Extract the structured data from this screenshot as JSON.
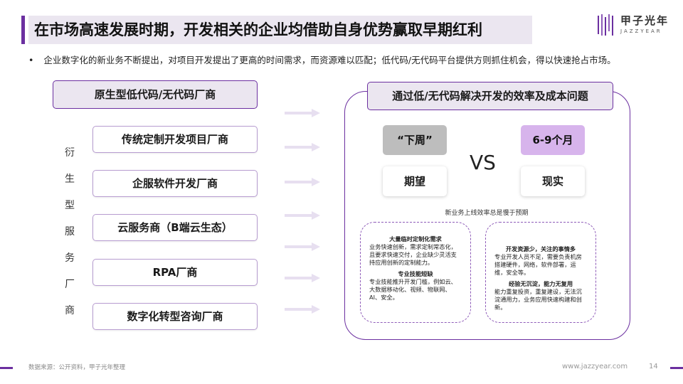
{
  "title": "在市场高速发展时期，开发相关的企业均借助自身优势赢取早期红利",
  "logo": {
    "name": "甲子光年",
    "sub": "JAZZYEAR"
  },
  "bullet": "企业数字化的新业务不断提出，对项目开发提出了更高的时间需求，而资源难以匹配；低代码/无代码平台提供方则抓住机会，得以快速抢占市场。",
  "left": {
    "header": "原生型低代码/无代码厂商",
    "vertical_label": [
      "衍",
      "生",
      "型",
      "服",
      "务",
      "厂",
      "商"
    ],
    "items": [
      "传统定制开发项目厂商",
      "企服软件开发厂商",
      "云服务商（B端云生态）",
      "RPA厂商",
      "数字化转型咨询厂商"
    ]
  },
  "right": {
    "header": "通过低/无代码解决开发的效率及成本问题",
    "expect_value": "“下周”",
    "reality_value": "6-9个月",
    "expect_label": "期望",
    "reality_label": "现实",
    "vs": "VS",
    "note": "新业务上线效率总是慢于预期",
    "box1": {
      "h1": "大量临时定制化需求",
      "t1": "业务快速创新，需求定制常态化，且要求快速交付，企业缺少灵活支持应用创新的定制能力。",
      "h2": "专业技能短缺",
      "t2": "专业技能推升开发门槛，例如云、大数据移动化、视频、物联网、AI、安全。"
    },
    "box2": {
      "h1": "开发资源少，关注的事情多",
      "t1": "专业开发人员不足，需要负责机房搭建硬件，网络，软件部署，运维，安全等。",
      "h2": "经验无沉淀，能力无复用",
      "t2": "能力重复投资，重复建设，无法沉淀通用力，业务应用快速构建和创新。"
    }
  },
  "footer": {
    "source": "数据来源：公开资料，甲子光年整理",
    "site": "www.jazzyear.com",
    "page": "14"
  },
  "colors": {
    "accent": "#6b2fa0",
    "header_bg": "#ebe6f0",
    "grey_pill": "#bdbdbd",
    "purple_pill": "#d7b4ec"
  }
}
